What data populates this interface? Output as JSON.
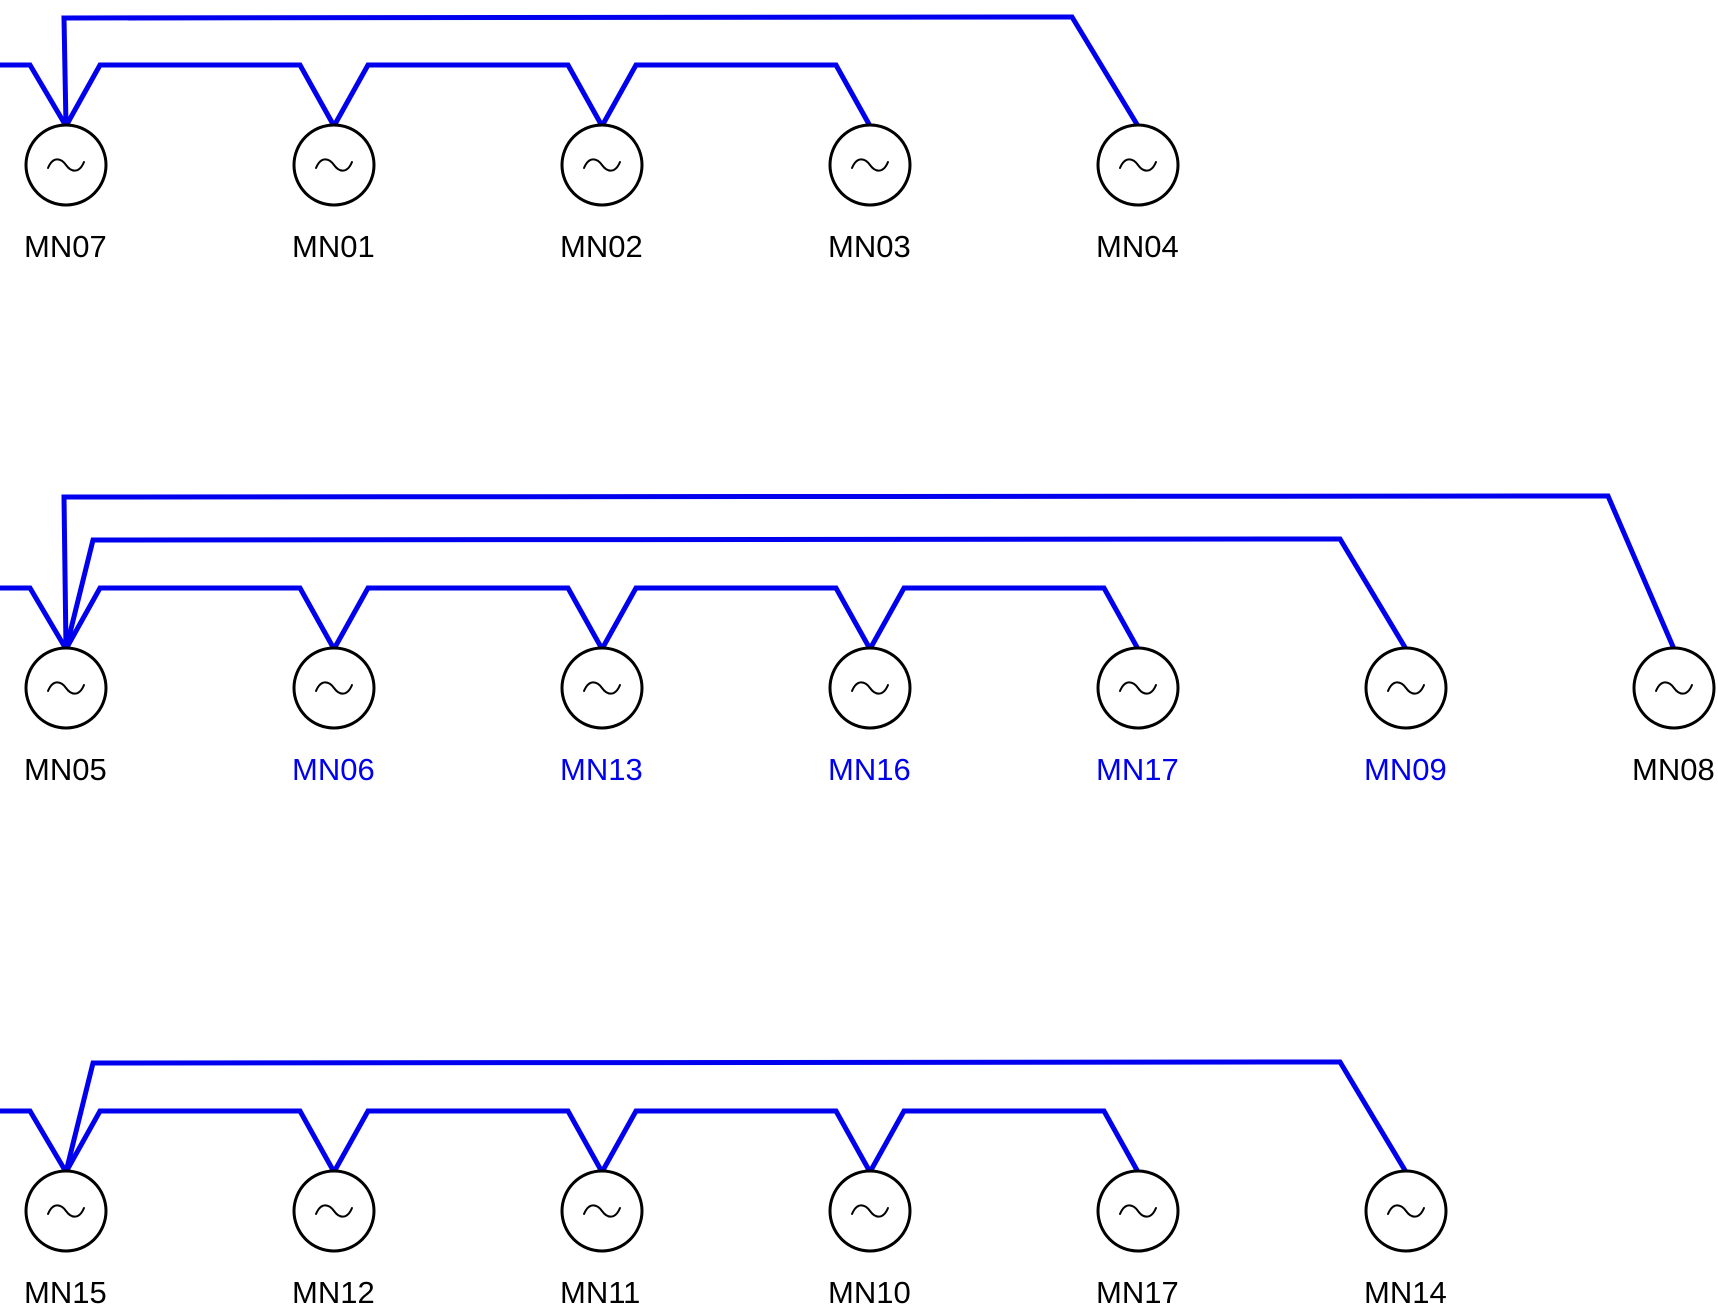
{
  "colors": {
    "wire": "#0000ee",
    "label_default": "#000000",
    "label_highlight": "#0000ee",
    "symbol": "#000000",
    "background": "#ffffff"
  },
  "symbol_icon": "ac-generator-icon",
  "rows": [
    {
      "nodes": [
        {
          "label": "MN07",
          "highlight": false
        },
        {
          "label": "MN01",
          "highlight": false
        },
        {
          "label": "MN02",
          "highlight": false
        },
        {
          "label": "MN03",
          "highlight": false
        },
        {
          "label": "MN04",
          "highlight": false
        }
      ]
    },
    {
      "nodes": [
        {
          "label": "MN05",
          "highlight": false
        },
        {
          "label": "MN06",
          "highlight": true
        },
        {
          "label": "MN13",
          "highlight": true
        },
        {
          "label": "MN16",
          "highlight": true
        },
        {
          "label": "MN17",
          "highlight": true
        },
        {
          "label": "MN09",
          "highlight": true
        },
        {
          "label": "MN08",
          "highlight": false
        }
      ]
    },
    {
      "nodes": [
        {
          "label": "MN15",
          "highlight": false
        },
        {
          "label": "MN12",
          "highlight": false
        },
        {
          "label": "MN11",
          "highlight": false
        },
        {
          "label": "MN10",
          "highlight": false
        },
        {
          "label": "MN17",
          "highlight": false
        },
        {
          "label": "MN14",
          "highlight": false
        }
      ]
    }
  ]
}
